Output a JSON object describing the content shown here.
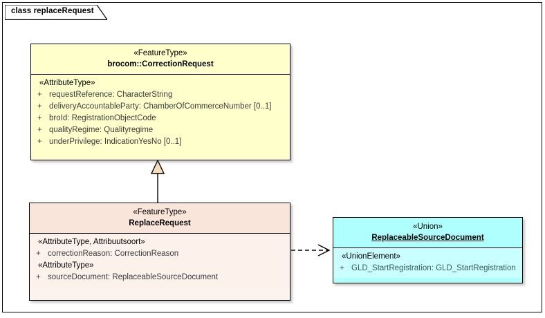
{
  "frame": {
    "title": "class replaceRequest"
  },
  "classes": [
    {
      "id": "correction-request",
      "stereotype": "«FeatureType»",
      "name": "brocom::CorrectionRequest",
      "fill": "#ffffcc",
      "groups": [
        {
          "label": "«AttributeType»",
          "attributes": [
            {
              "visibility": "+",
              "text": "requestReference: CharacterString"
            },
            {
              "visibility": "+",
              "text": "deliveryAccountableParty: ChamberOfCommerceNumber [0..1]"
            },
            {
              "visibility": "+",
              "text": "broId: RegistrationObjectCode"
            },
            {
              "visibility": "+",
              "text": "qualityRegime: Qualityregime"
            },
            {
              "visibility": "+",
              "text": "underPrivilege: IndicationYesNo [0..1]"
            }
          ]
        }
      ]
    },
    {
      "id": "replace-request",
      "stereotype": "«FeatureType»",
      "name": "ReplaceRequest",
      "fill": "#fae5da",
      "groups": [
        {
          "label": "«AttributeType, Attribuutsoort»",
          "attributes": [
            {
              "visibility": "+",
              "text": "correctionReason: CorrectionReason"
            }
          ]
        },
        {
          "label": "«AttributeType»",
          "attributes": [
            {
              "visibility": "+",
              "text": "sourceDocument: ReplaceableSourceDocument"
            }
          ]
        }
      ]
    },
    {
      "id": "replaceable-source-document",
      "stereotype": "«Union»",
      "name": "ReplaceableSourceDocument",
      "fill": "#b0ffff",
      "groups": [
        {
          "label": "«UnionElement»",
          "attributes": [
            {
              "visibility": "+",
              "text": "GLD_StartRegistration: GLD_StartRegistration"
            }
          ]
        }
      ]
    }
  ],
  "connectors": [
    {
      "name": "generalization",
      "type": "generalization",
      "from": "ReplaceRequest",
      "to": "brocom::CorrectionRequest",
      "style": "solid-line-hollow-triangle"
    },
    {
      "name": "dependency",
      "type": "dependency",
      "from": "ReplaceRequest",
      "to": "ReplaceableSourceDocument",
      "style": "dashed-line-open-arrow"
    }
  ],
  "colors": {
    "feature_type_fill": "#ffffcc",
    "replace_request_fill": "#fae5da",
    "union_fill": "#b0ffff",
    "line": "#000000",
    "triangle_fill": "#f6ddba"
  }
}
